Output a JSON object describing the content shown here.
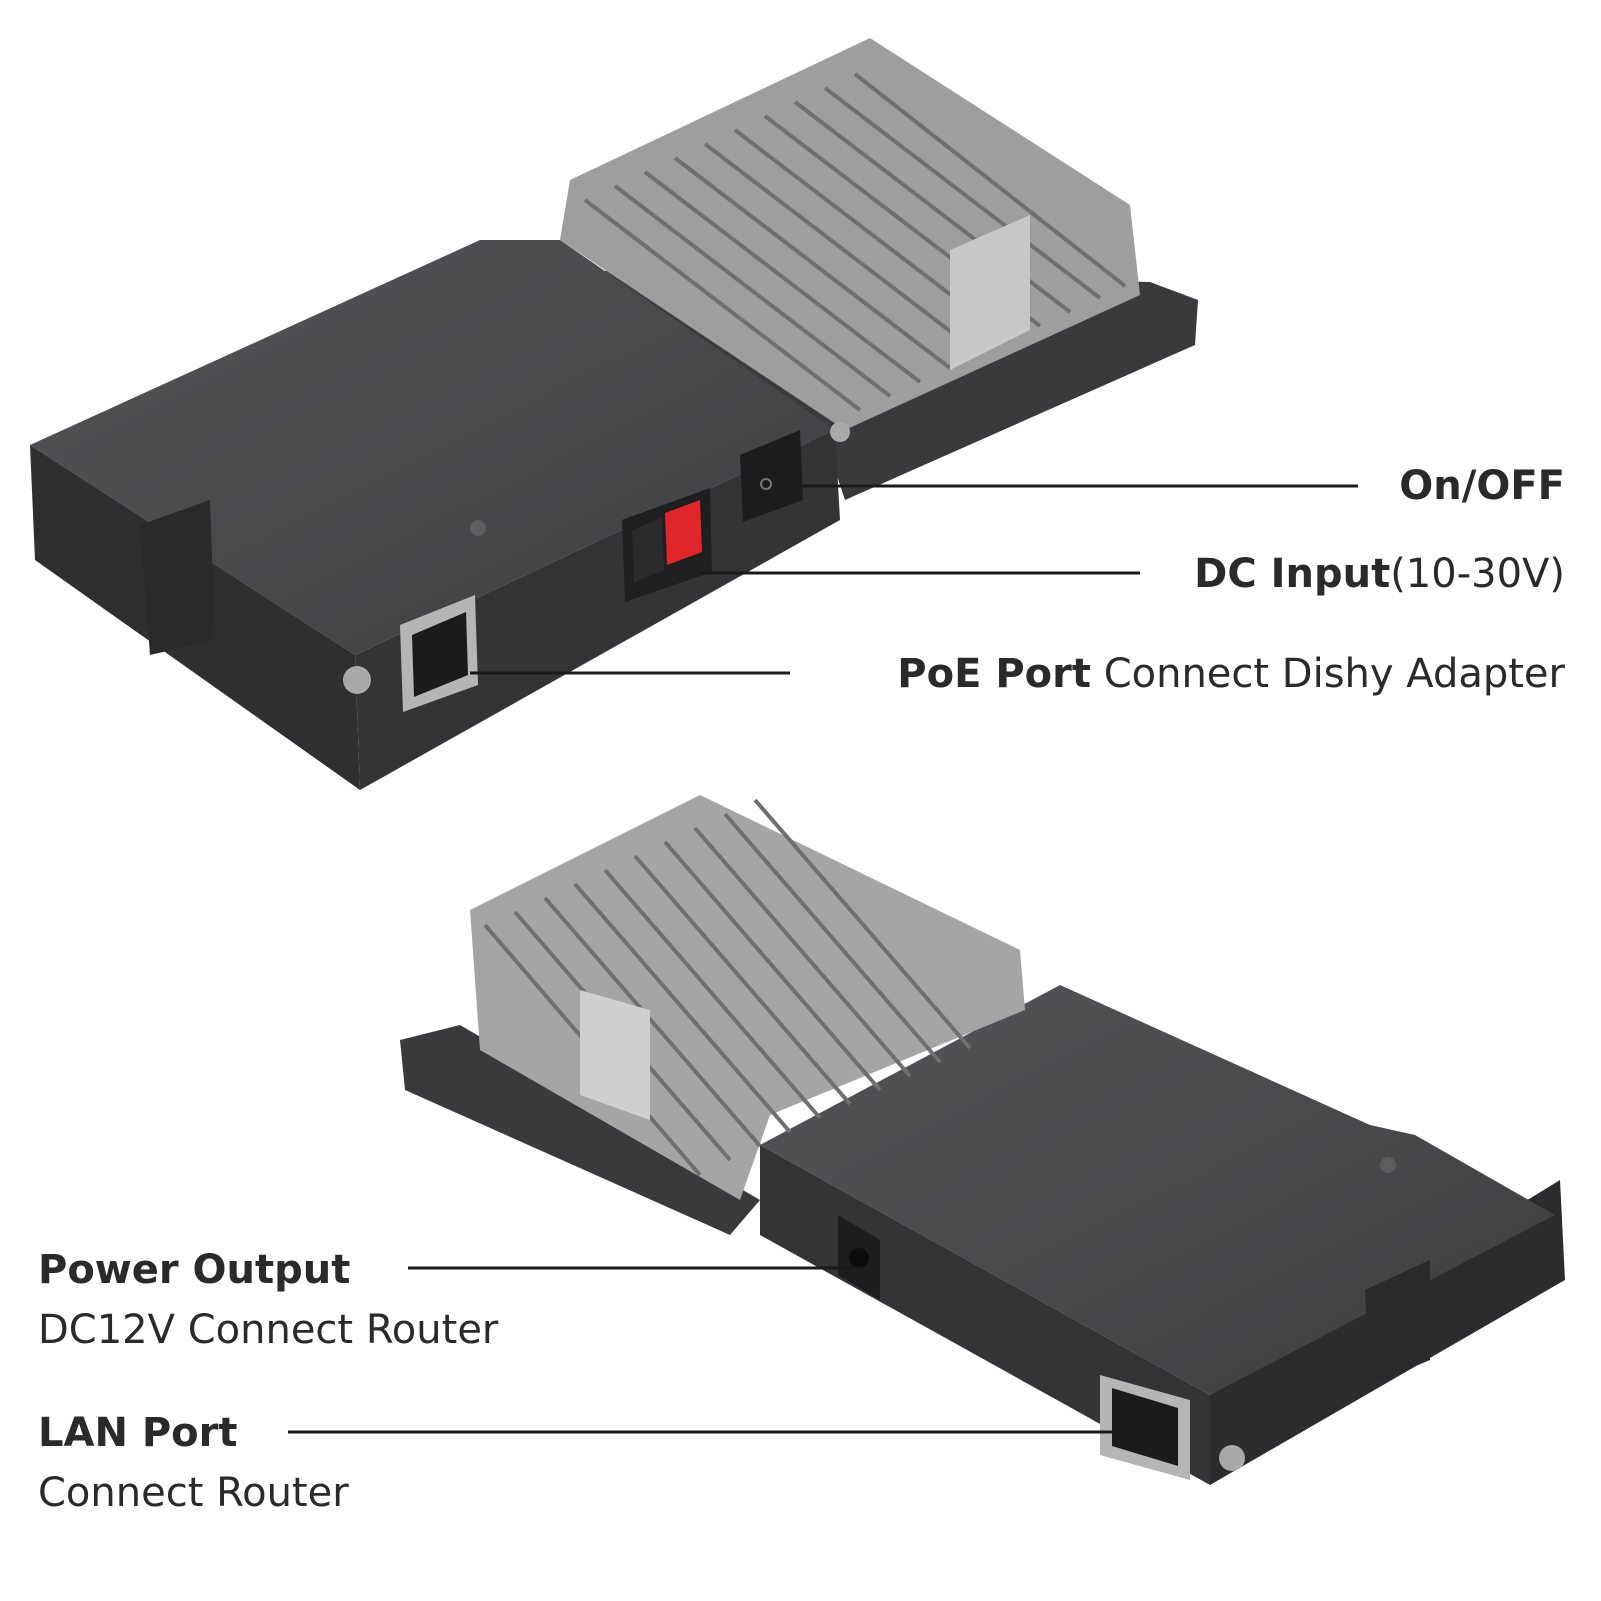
{
  "colors": {
    "housing": "#4a4a4d",
    "housing_dark": "#38383b",
    "housing_side": "#2f2f31",
    "heatsink_fin": "#c9c9c9",
    "heatsink_shadow": "#8c8c8c",
    "connector_red": "#e0262b",
    "leader_line": "#1a1a1a",
    "text": "#2a2a2a"
  },
  "device_markings": {
    "top_switch_icon": "power-switch",
    "dc_connector_icon": "anderson-powerpole"
  },
  "callouts": {
    "onoff": {
      "title": "On/OFF"
    },
    "dc_input": {
      "title": "DC Input",
      "detail": "(10-30V)"
    },
    "poe_port": {
      "title": "PoE Port",
      "detail": " Connect Dishy Adapter"
    },
    "power_output": {
      "title": "Power Output",
      "detail": "DC12V Connect Router"
    },
    "lan_port": {
      "title": "LAN Port",
      "detail": "Connect Router"
    }
  }
}
